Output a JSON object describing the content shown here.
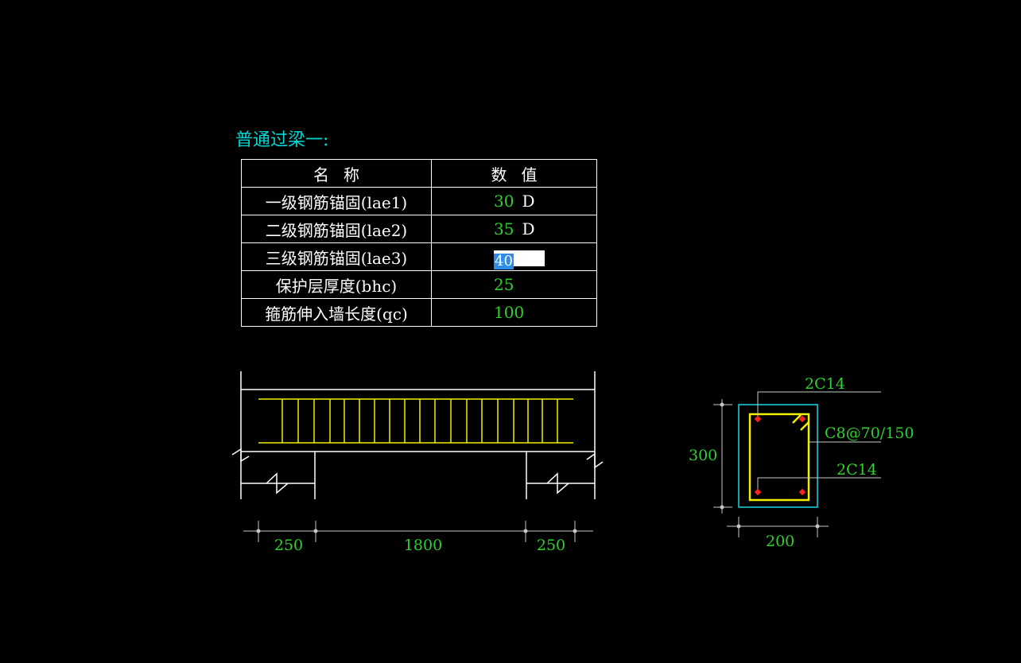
{
  "title": "普通过梁一:",
  "table": {
    "header_name": "名称",
    "header_value": "数值",
    "rows": [
      {
        "name": "一级钢筋锚固(lae1)",
        "value": "30",
        "unit": "D"
      },
      {
        "name": "二级钢筋锚固(lae2)",
        "value": "35",
        "unit": "D"
      },
      {
        "name": "三级钢筋锚固(lae3)",
        "value": "40",
        "unit": ""
      },
      {
        "name": "保护层厚度(bhc)",
        "value": "25",
        "unit": ""
      },
      {
        "name": "箍筋伸入墙长度(qc)",
        "value": "100",
        "unit": ""
      }
    ]
  },
  "elevation": {
    "dim_left": "250",
    "dim_middle": "1800",
    "dim_right": "250"
  },
  "section": {
    "top_bars": "2C14",
    "stirrup": "C8@70/150",
    "bottom_bars": "2C14",
    "height": "300",
    "width": "200"
  },
  "colors": {
    "background": "#000000",
    "title": "#00d8d8",
    "value": "#2ed12e",
    "rebar": "#f0f000",
    "section_outline": "#18d8e8",
    "bar_point": "#ff2020",
    "selection": "#2e8ce8"
  }
}
